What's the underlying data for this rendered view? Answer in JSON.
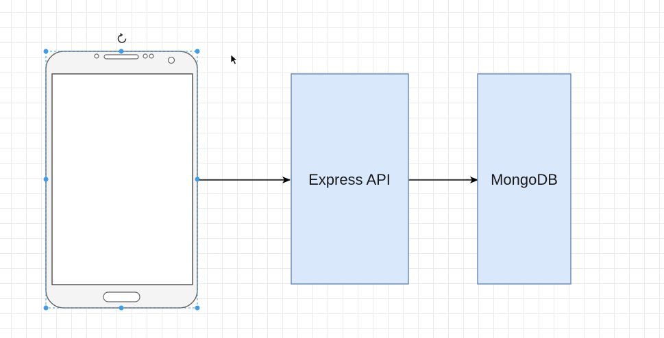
{
  "diagram": {
    "nodes": {
      "phone": {
        "kind": "mobile-device",
        "selected": true
      },
      "express": {
        "label": "Express API",
        "fill": "#dae8fc",
        "stroke": "#6c8ebf"
      },
      "mongodb": {
        "label": "MongoDB",
        "fill": "#dae8fc",
        "stroke": "#6c8ebf"
      }
    },
    "edges": [
      {
        "from": "phone",
        "to": "express"
      },
      {
        "from": "express",
        "to": "mongodb"
      }
    ],
    "selection_color": "#3d9be9"
  }
}
